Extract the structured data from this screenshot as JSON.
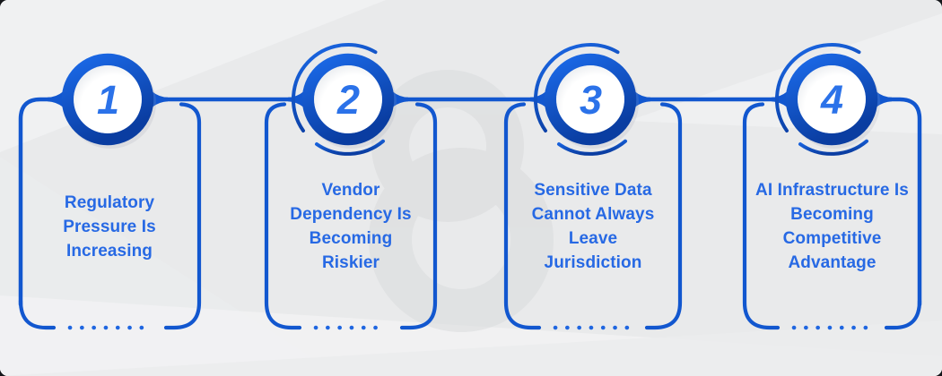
{
  "figure": {
    "type": "process-infographic",
    "steps": [
      {
        "number": "1",
        "title_lines": [
          "Regulatory",
          "Pressure Is",
          "Increasing"
        ]
      },
      {
        "number": "2",
        "title_lines": [
          "Vendor",
          "Dependency Is",
          "Becoming",
          "Riskier"
        ]
      },
      {
        "number": "3",
        "title_lines": [
          "Sensitive Data",
          "Cannot Always",
          "Leave",
          "Jurisdiction"
        ]
      },
      {
        "number": "4",
        "title_lines": [
          "AI Infrastructure Is",
          "Becoming",
          "Competitive",
          "Advantage"
        ]
      }
    ],
    "colors": {
      "connector_blue": "#1257cf",
      "ring_gradient_top": "#1b6ae9",
      "ring_gradient_bottom": "#0a3da1",
      "number_blue": "#2b72e9",
      "title_blue": "#2769e4",
      "background_gray": "#e9eaeb",
      "watermark_gray": "#d9dadc"
    }
  }
}
